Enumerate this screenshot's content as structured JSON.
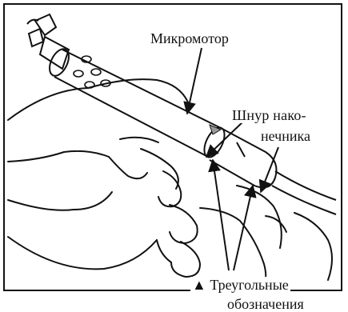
{
  "figure": {
    "labels": {
      "micromotor": "Микромотор",
      "cord_line1": "Шнур нако-",
      "cord_line2": "нечника",
      "triangles_line1": "▲ Треугольные",
      "triangles_line2": "обозначения"
    },
    "colors": {
      "stroke": "#111111",
      "background": "#ffffff",
      "mark_gray": "#999999"
    },
    "icons": [
      "triangle-icon",
      "arrow-icon"
    ]
  }
}
